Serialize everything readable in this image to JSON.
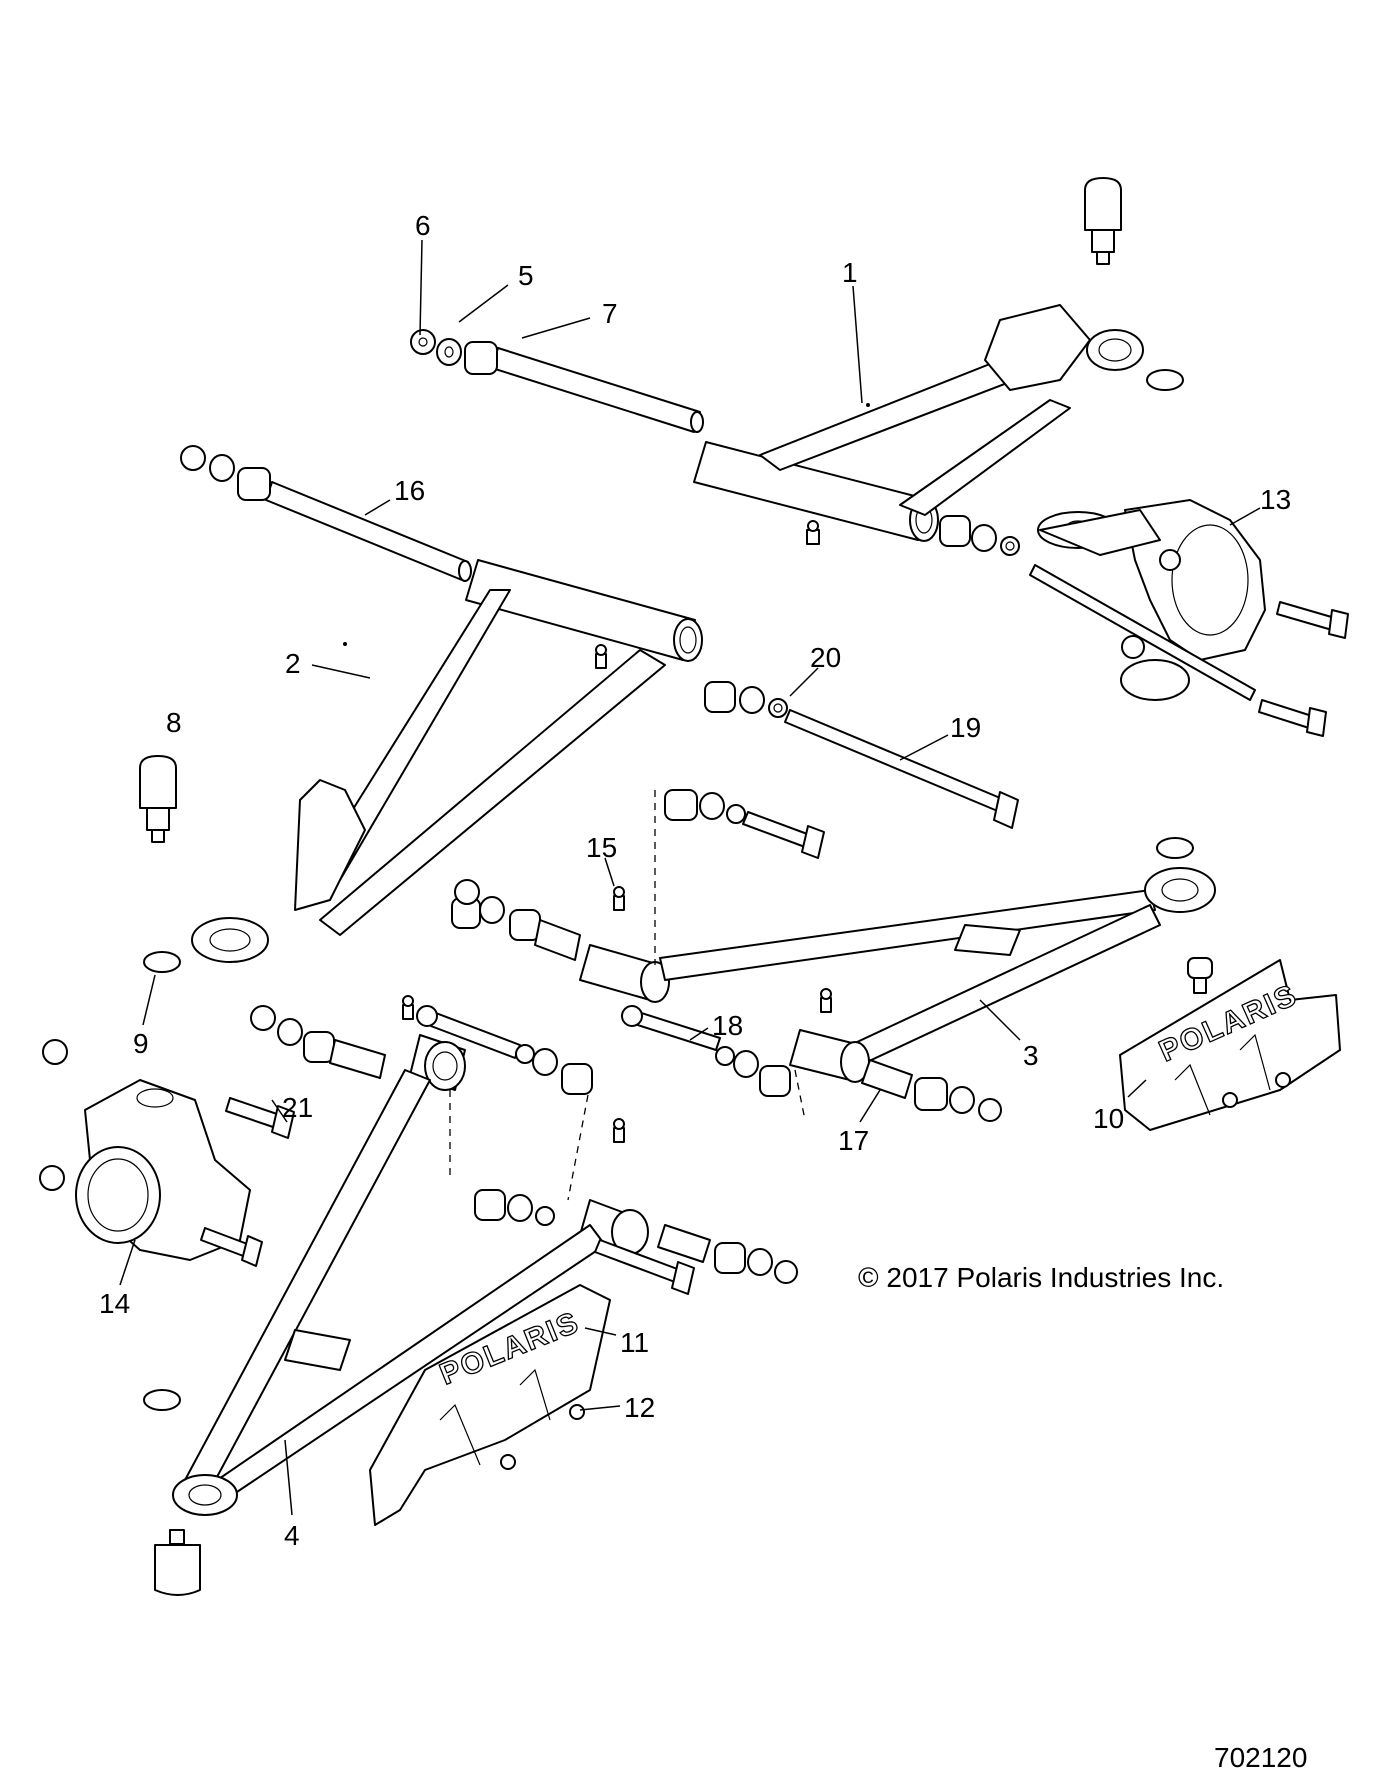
{
  "diagram": {
    "title": "Front A-Arms and Steering Knuckles Exploded View",
    "callouts": [
      {
        "id": "c1",
        "label": "1"
      },
      {
        "id": "c2",
        "label": "2"
      },
      {
        "id": "c3",
        "label": "3"
      },
      {
        "id": "c4",
        "label": "4"
      },
      {
        "id": "c5",
        "label": "5"
      },
      {
        "id": "c6",
        "label": "6"
      },
      {
        "id": "c7",
        "label": "7"
      },
      {
        "id": "c8",
        "label": "8"
      },
      {
        "id": "c9",
        "label": "9"
      },
      {
        "id": "c10",
        "label": "10"
      },
      {
        "id": "c11",
        "label": "11"
      },
      {
        "id": "c12",
        "label": "12"
      },
      {
        "id": "c13",
        "label": "13"
      },
      {
        "id": "c14",
        "label": "14"
      },
      {
        "id": "c15",
        "label": "15"
      },
      {
        "id": "c16",
        "label": "16"
      },
      {
        "id": "c17",
        "label": "17"
      },
      {
        "id": "c18",
        "label": "18"
      },
      {
        "id": "c19",
        "label": "19"
      },
      {
        "id": "c20",
        "label": "20"
      },
      {
        "id": "c21",
        "label": "21"
      }
    ],
    "logo_text": "POLARIS",
    "copyright": "© 2017 Polaris Industries Inc.",
    "drawing_number": "702120"
  }
}
